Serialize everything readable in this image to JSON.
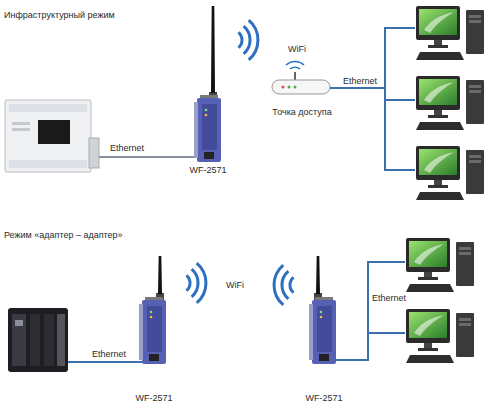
{
  "diagram": {
    "nodes": [
      {
        "text": [
          "WF-2571"
        ]
      },
      {
        "text": [
          "Точка доступа"
        ]
      },
      {
        "text": [
          "WF-2571"
        ]
      },
      {
        "text": [
          "WF-2571"
        ]
      }
    ],
    "labels": [
      "Инфраструктурный режим",
      "WiFi",
      "Ethernet",
      "Ethernet",
      "Режим «адаптер – адаптер»",
      "WiFi",
      "Ethernet",
      "Ethernet"
    ]
  }
}
